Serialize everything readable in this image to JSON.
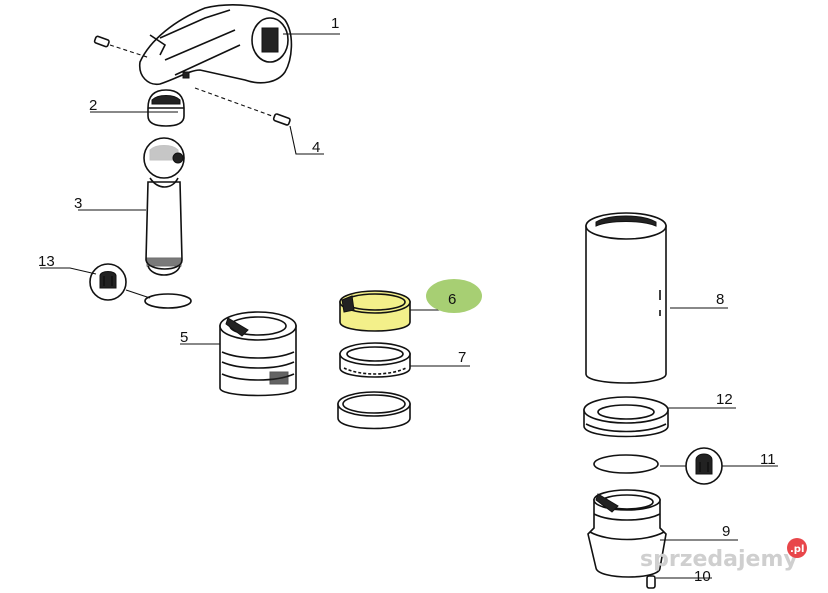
{
  "labels": {
    "l1": "1",
    "l2": "2",
    "l3": "3",
    "l4": "4",
    "l5": "5",
    "l6": "6",
    "l7": "7",
    "l8": "8",
    "l9": "9",
    "l10": "10",
    "l11": "11",
    "l12": "12",
    "l13": "13"
  },
  "watermark": {
    "text": "sprzedajemy",
    "badge": ".pl"
  },
  "colors": {
    "highlight_ring": "#f3f08a",
    "highlight_badge": "#a7cf73",
    "watermark_badge": "#e8464a"
  }
}
